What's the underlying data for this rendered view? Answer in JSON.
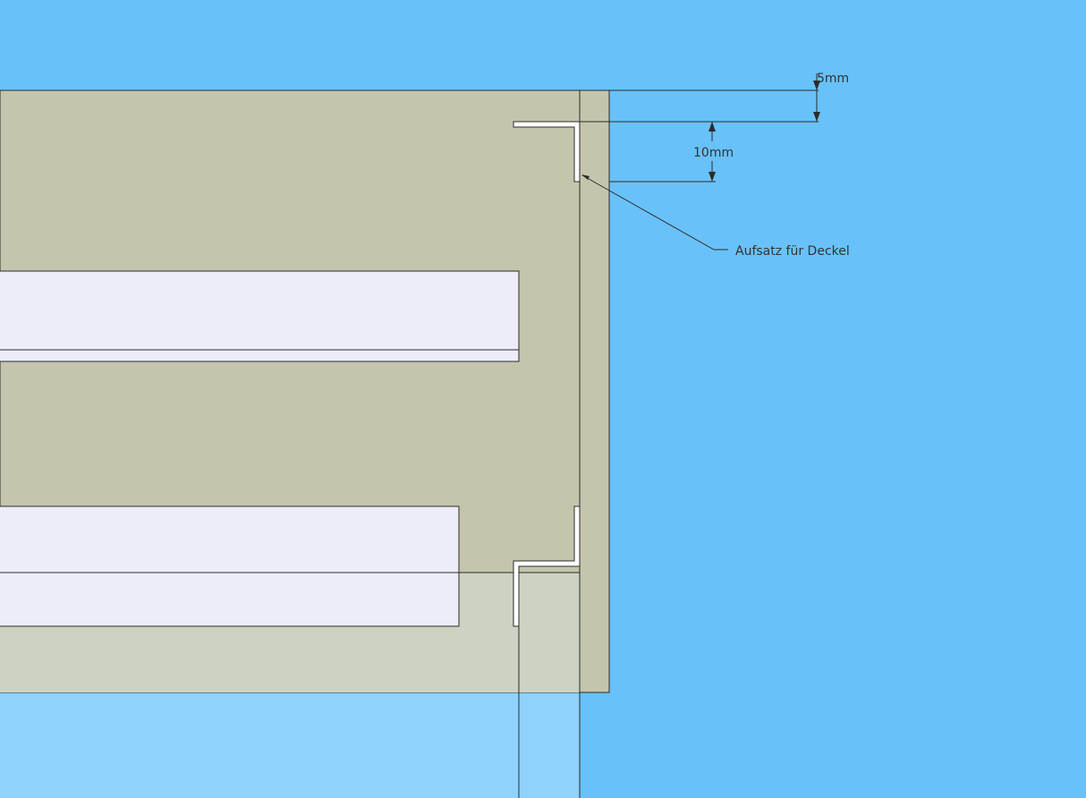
{
  "dimensions": {
    "top_gap": "5mm",
    "bracket_height": "10mm"
  },
  "callout": {
    "text": "Aufsatz für Deckel"
  },
  "colors": {
    "background": "#69c1f9",
    "panel": "#c5c5ad",
    "panel_light": "#cdd2c2",
    "strip": "#ecedf9",
    "background_light": "#8fd2fb",
    "line": "#2c2c2c"
  }
}
